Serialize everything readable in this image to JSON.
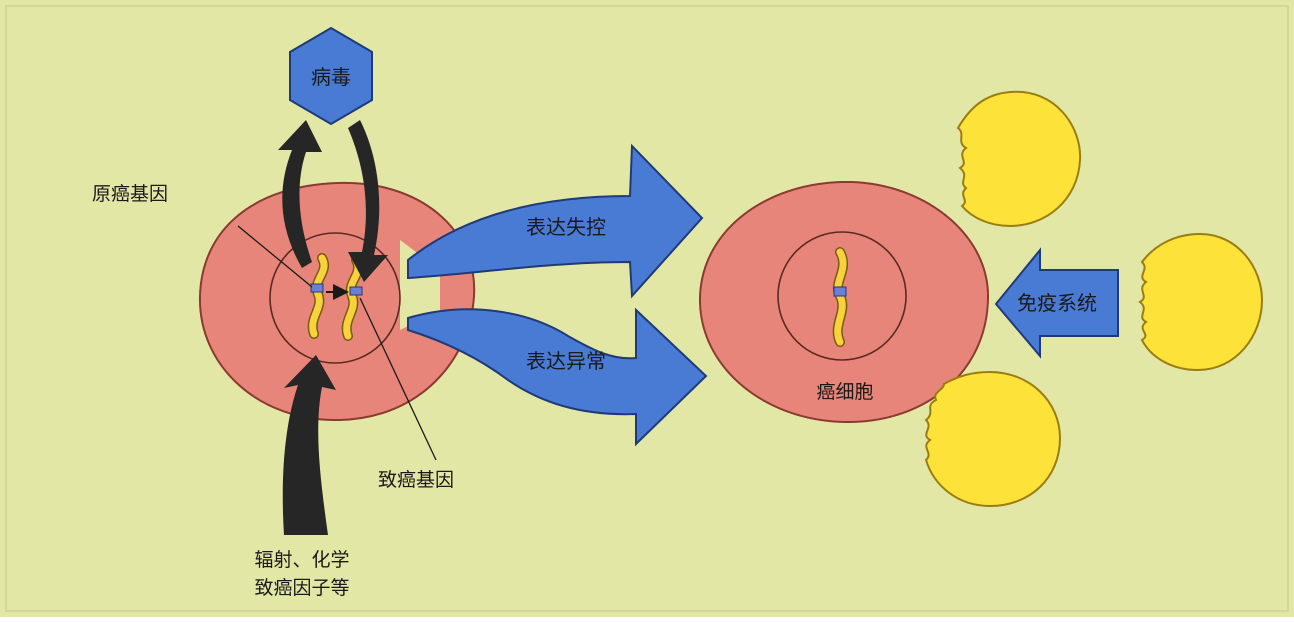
{
  "labels": {
    "virus": "病毒",
    "proto_oncogene": "原癌基因",
    "oncogene": "致癌基因",
    "carcinogens_line1": "辐射、化学",
    "carcinogens_line2": "致癌因子等",
    "expression_out_of_control": "表达失控",
    "expression_abnormal": "表达异常",
    "cancer_cell": "癌细胞",
    "immune_system": "免疫系统"
  },
  "colors": {
    "background": "#e3e7a6",
    "cell_fill": "#e8857a",
    "cell_outline": "#8a3a30",
    "arrow_blue": "#4a7bd4",
    "arrow_outline": "#1f3a78",
    "immune_cell": "#fde23a",
    "immune_outline": "#9a7d10",
    "dark_arrow": "#262626",
    "chromosome": "#f7d23c",
    "gene_band": "#6b7fd6"
  }
}
